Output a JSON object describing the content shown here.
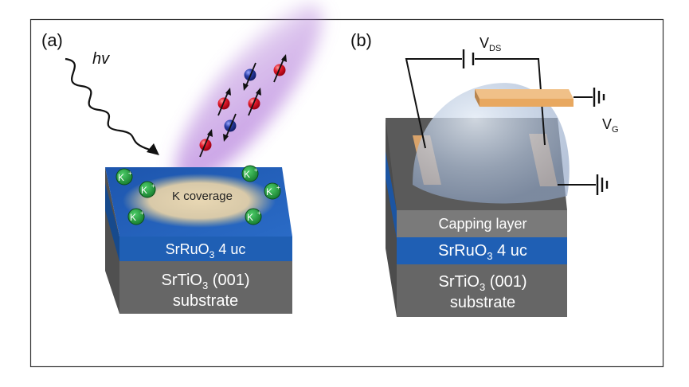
{
  "panel_a": {
    "label": "(a)",
    "photon": "hv",
    "coverage": "K coverage",
    "ion": {
      "symbol": "K",
      "charge": "+"
    },
    "layer_sro": {
      "pre": "SrRuO",
      "sub": "3",
      "post": " 4 uc"
    },
    "layer_sto": {
      "pre": "SrTiO",
      "sub": "3",
      "post": " (001)",
      "line2": "substrate"
    }
  },
  "panel_b": {
    "label": "(b)",
    "vds": {
      "main": "V",
      "sub": "DS"
    },
    "vg": {
      "main": "V",
      "sub": "G"
    },
    "capping": "Capping layer",
    "layer_sro": {
      "pre": "SrRuO",
      "sub": "3",
      "post": " 4 uc"
    },
    "layer_sto": {
      "pre": "SrTiO",
      "sub": "3",
      "post": " (001)",
      "line2": "substrate"
    }
  },
  "colors": {
    "frame": "#333333",
    "sro_blue": "#1f5fb4",
    "sto_gray": "#666666",
    "capping_gray": "#7a7a7a",
    "ion_green": "#1e9b3c",
    "electron_red": "#e0192a",
    "electron_blue": "#2b3fa8",
    "glow_purple": "#9a4fd0",
    "electrode_tan": "#d9a36a"
  }
}
